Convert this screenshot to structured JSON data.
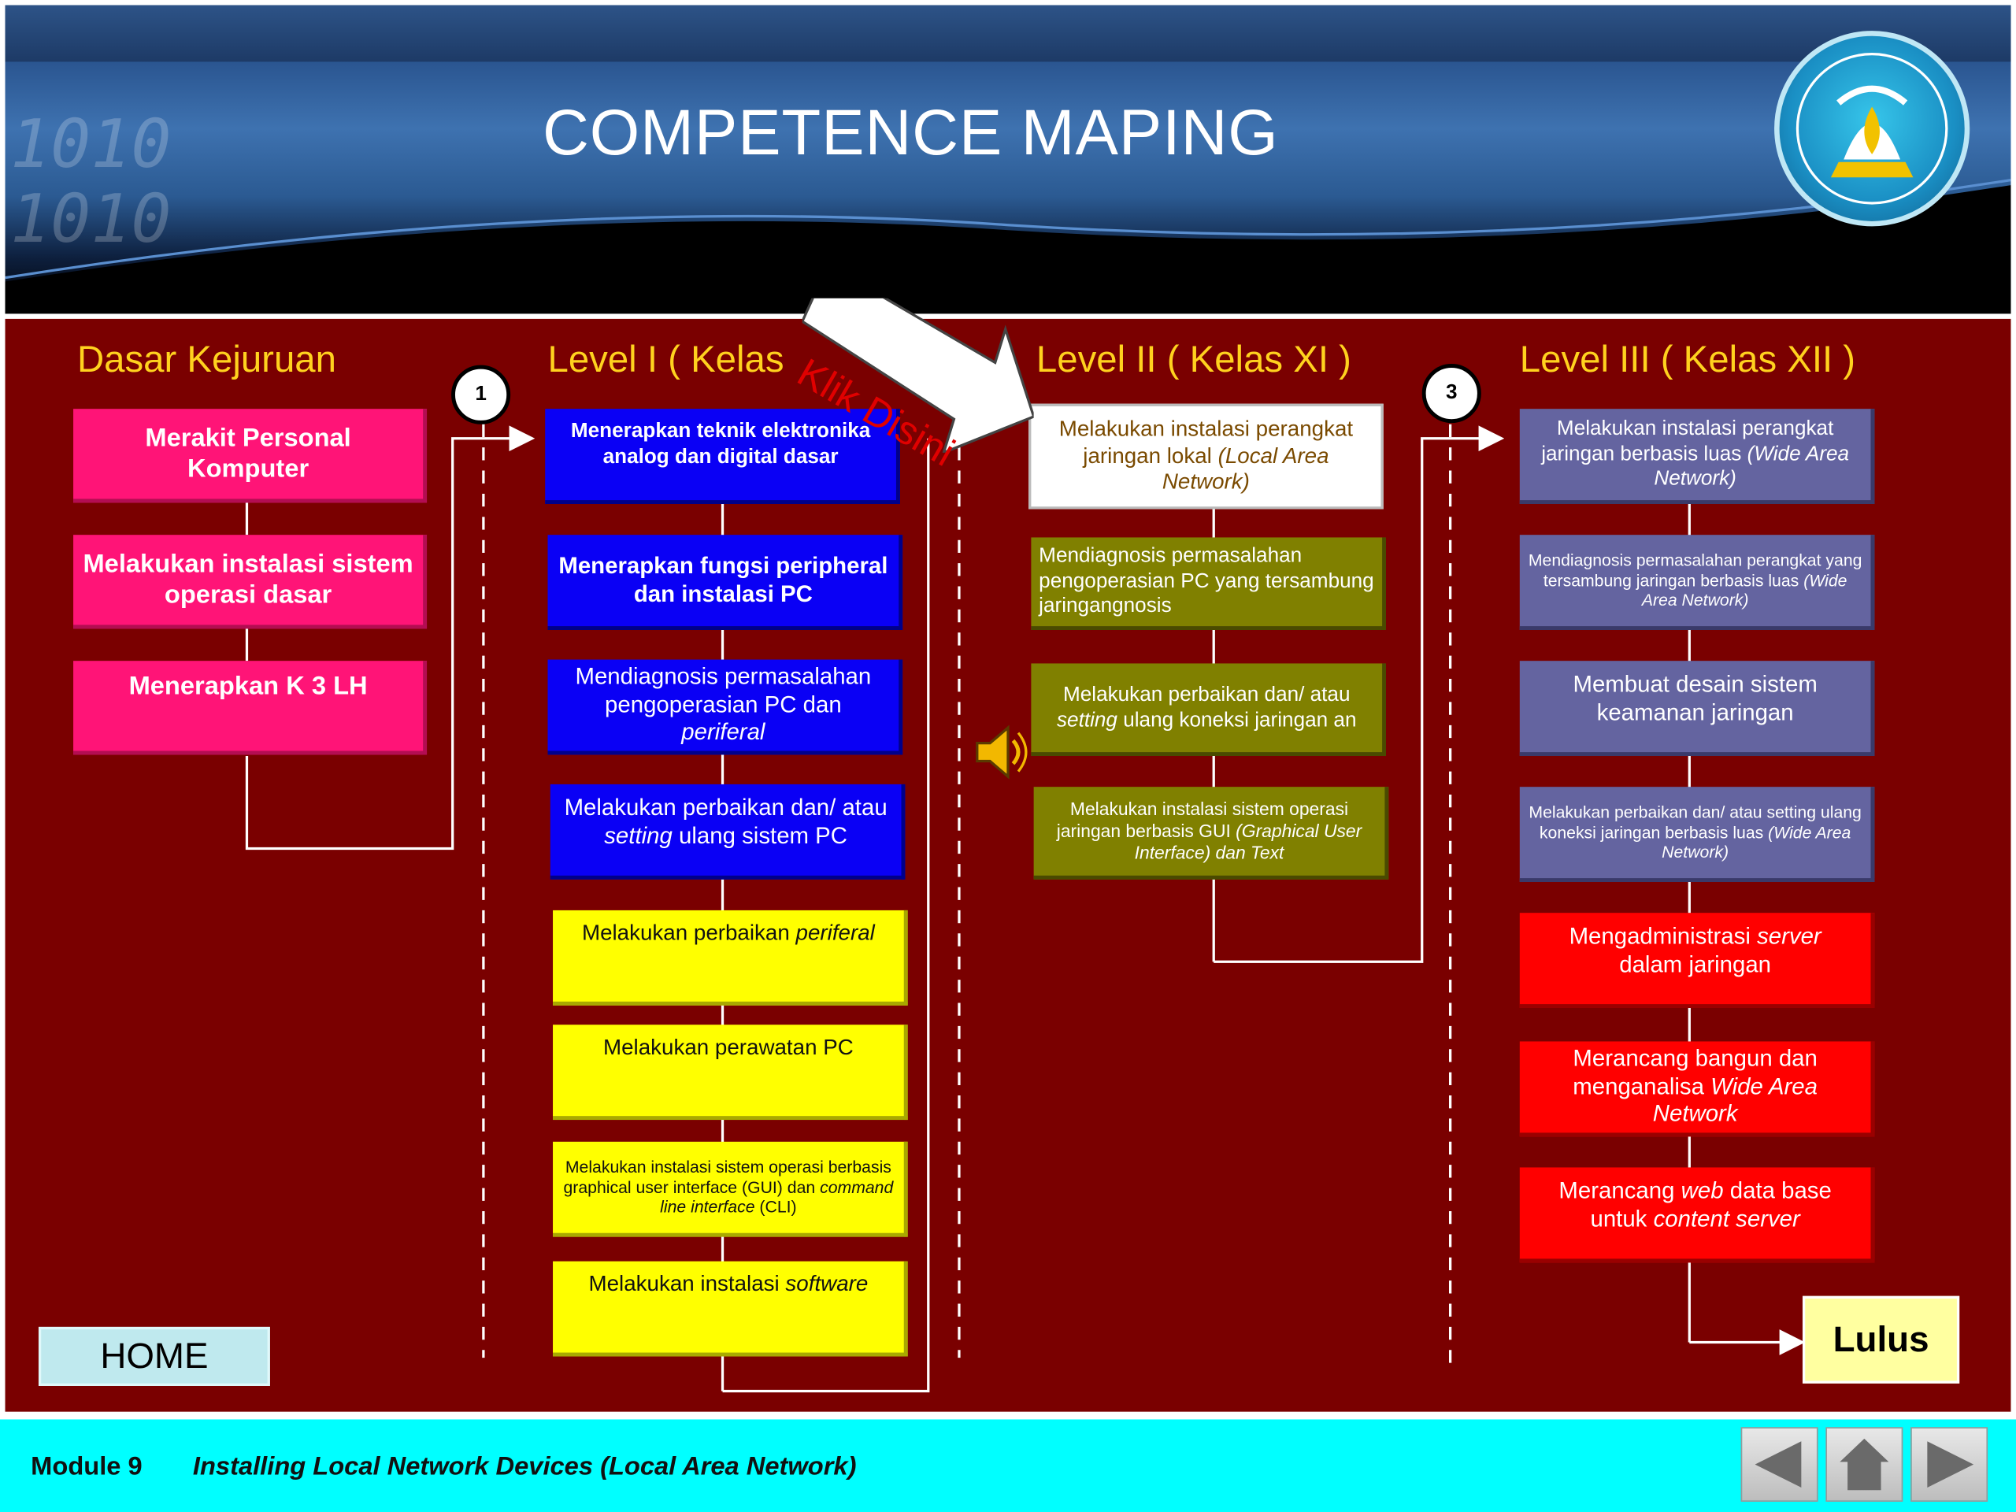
{
  "header": {
    "title": "COMPETENCE MAPING",
    "binary_text": [
      "1010",
      "1010"
    ]
  },
  "columns": {
    "c1": {
      "title": "Dasar Kejuruan"
    },
    "c2": {
      "title": "Level I ( Kelas"
    },
    "c3": {
      "title": "Level II ( Kelas XI )"
    },
    "c4": {
      "title": "Level III ( Kelas XII )"
    }
  },
  "badges": {
    "b1": "1",
    "b3": "3"
  },
  "callout": {
    "text": "Klik Disini"
  },
  "boxes": {
    "d1": "Merakit Personal Komputer",
    "d2": "Melakukan instalasi sistem operasi dasar",
    "d3": "Menerapkan K 3 LH",
    "l1_1": "Menerapkan teknik elektronika analog dan digital dasar",
    "l1_2": "Menerapkan fungsi peripheral dan instalasi PC",
    "l1_3a": "Mendiagnosis permasalahan pengoperasian PC dan",
    "l1_3b": "periferal",
    "l1_4a": "Melakukan perbaikan dan/ atau",
    "l1_4b": "setting",
    "l1_4c": "ulang sistem PC",
    "l1_5a": "Melakukan perbaikan",
    "l1_5b": "periferal",
    "l1_6": "Melakukan perawatan PC",
    "l1_7a": "Melakukan instalasi sistem operasi berbasis graphical user interface (GUI) dan",
    "l1_7b": "command line interface",
    "l1_7c": "(CLI)",
    "l1_8a": "Melakukan instalasi",
    "l1_8b": "software",
    "l2_1a": "Melakukan instalasi perangkat jaringan lokal",
    "l2_1b": "(Local Area Network)",
    "l2_2": "Mendiagnosis permasalahan pengoperasian PC yang tersambung jaringangnosis",
    "l2_3a": "Melakukan perbaikan dan/ atau",
    "l2_3b": "setting",
    "l2_3c": "ulang koneksi jaringan an",
    "l2_4a": "Melakukan instalasi sistem operasi jaringan berbasis GUI",
    "l2_4b": "(Graphical User Interface) dan Text",
    "l3_1a": "Melakukan instalasi perangkat jaringan berbasis luas",
    "l3_1b": "(Wide Area Network)",
    "l3_2a": "Mendiagnosis permasalahan perangkat yang tersambung jaringan berbasis luas",
    "l3_2b": "(Wide Area Network)",
    "l3_3": "Membuat desain sistem keamanan jaringan",
    "l3_4a": "Melakukan perbaikan dan/ atau setting ulang koneksi jaringan berbasis luas",
    "l3_4b": "(Wide Area Network)",
    "l3_5a": "Mengadministrasi",
    "l3_5b": "server",
    "l3_5c": "dalam jaringan",
    "l3_6a": "Merancang bangun dan menganalisa",
    "l3_6b": "Wide Area Network",
    "l3_7a": "Merancang",
    "l3_7b": "web",
    "l3_7c": "data base untuk",
    "l3_7d": "content server"
  },
  "lulus": "Lulus",
  "home": "HOME",
  "footer": {
    "module": "Module 9",
    "title": "Installing Local Network Devices (Local Area Network)"
  },
  "nav": {
    "prev": "previous-icon",
    "home": "home-icon",
    "next": "next-icon"
  }
}
